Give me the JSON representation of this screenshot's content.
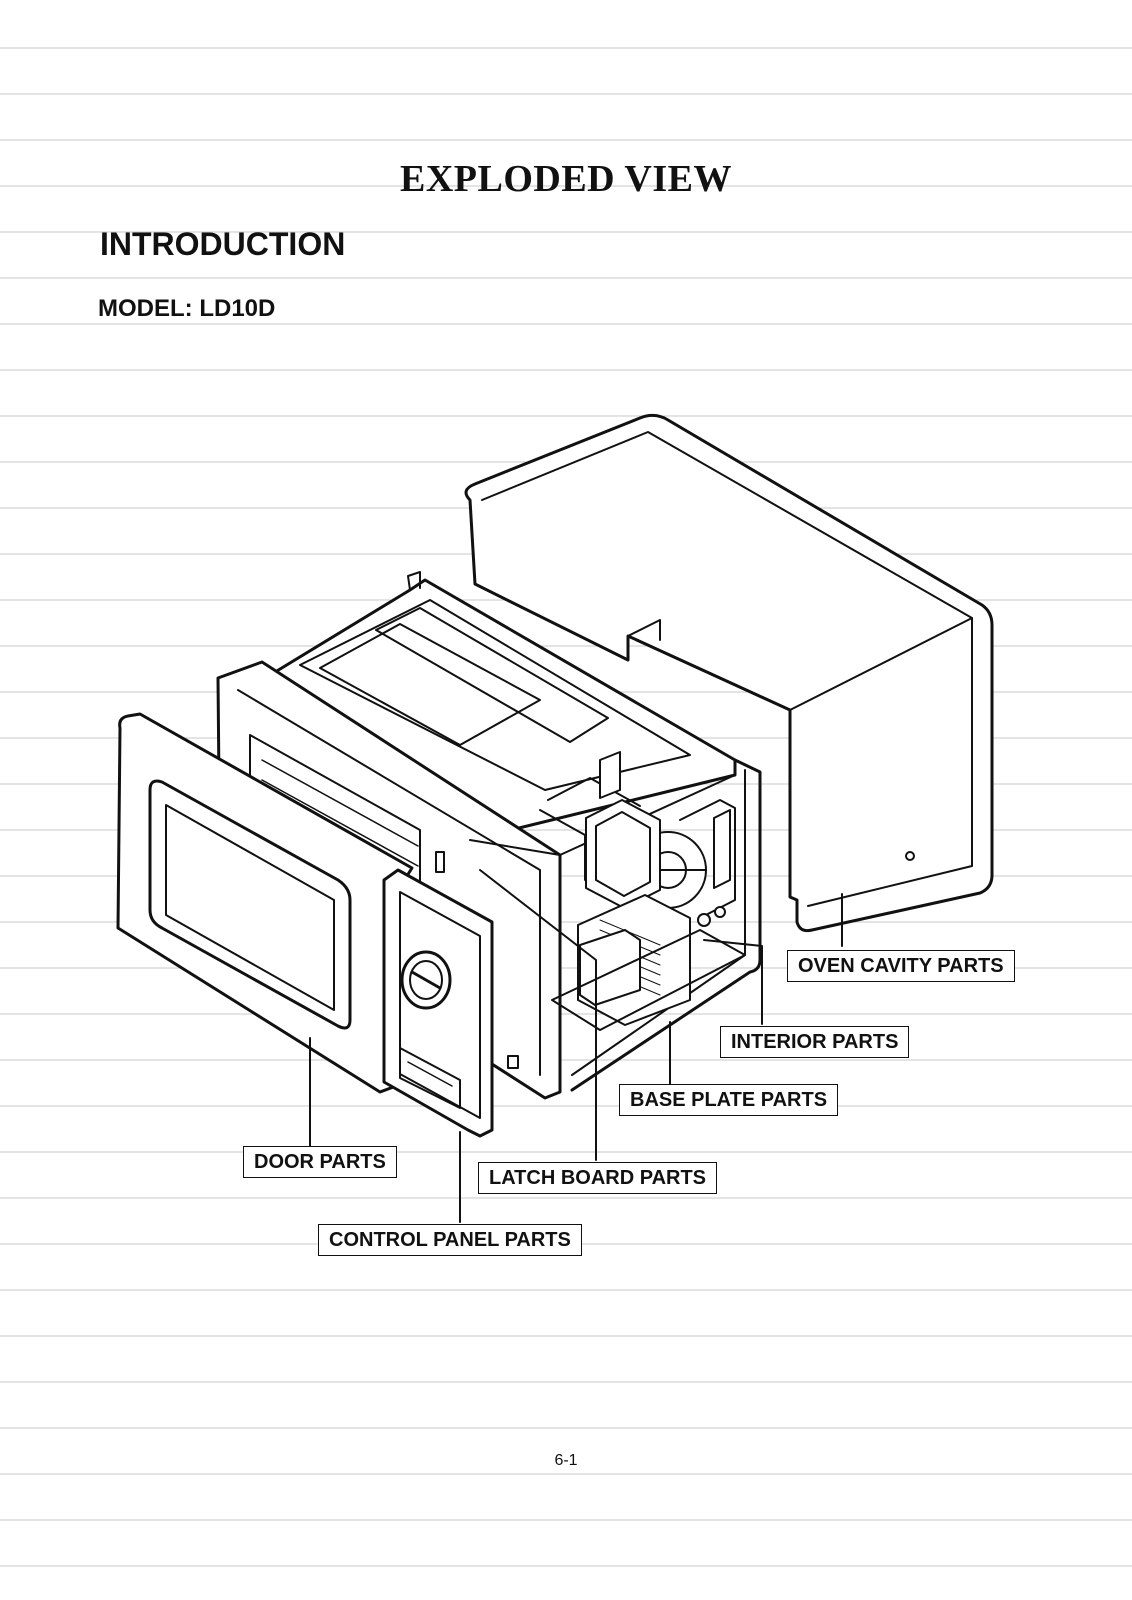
{
  "header": {
    "title": "EXPLODED VIEW"
  },
  "section": {
    "title": "INTRODUCTION",
    "model": "MODEL: LD10D"
  },
  "callouts": {
    "oven_cavity": "OVEN CAVITY PARTS",
    "interior": "INTERIOR PARTS",
    "base_plate": "BASE PLATE PARTS",
    "door": "DOOR PARTS",
    "latch_board": "LATCH BOARD PARTS",
    "control_panel": "CONTROL PANEL PARTS"
  },
  "footer": {
    "page_number": "6-1"
  }
}
